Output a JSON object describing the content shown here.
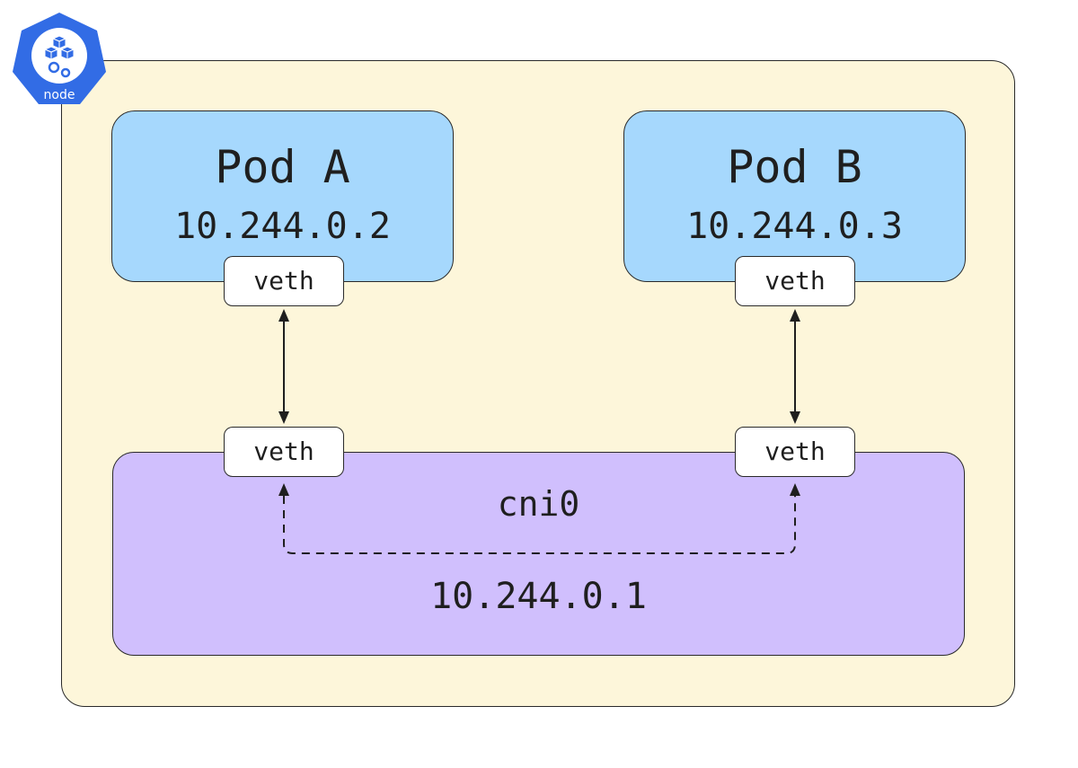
{
  "node": {
    "badge_label": "node",
    "badge_icon": "kubernetes-node-icon",
    "badge_color": "#326ce5"
  },
  "pods": [
    {
      "name": "Pod A",
      "ip": "10.244.0.2",
      "veth_label": "veth"
    },
    {
      "name": "Pod B",
      "ip": "10.244.0.3",
      "veth_label": "veth"
    }
  ],
  "bridge": {
    "name": "cni0",
    "ip": "10.244.0.1",
    "veth_labels": [
      "veth",
      "veth"
    ]
  },
  "colors": {
    "node_bg": "#fdf6da",
    "pod_bg": "#a6d8fd",
    "bridge_bg": "#d0bffd",
    "veth_bg": "#ffffff"
  }
}
